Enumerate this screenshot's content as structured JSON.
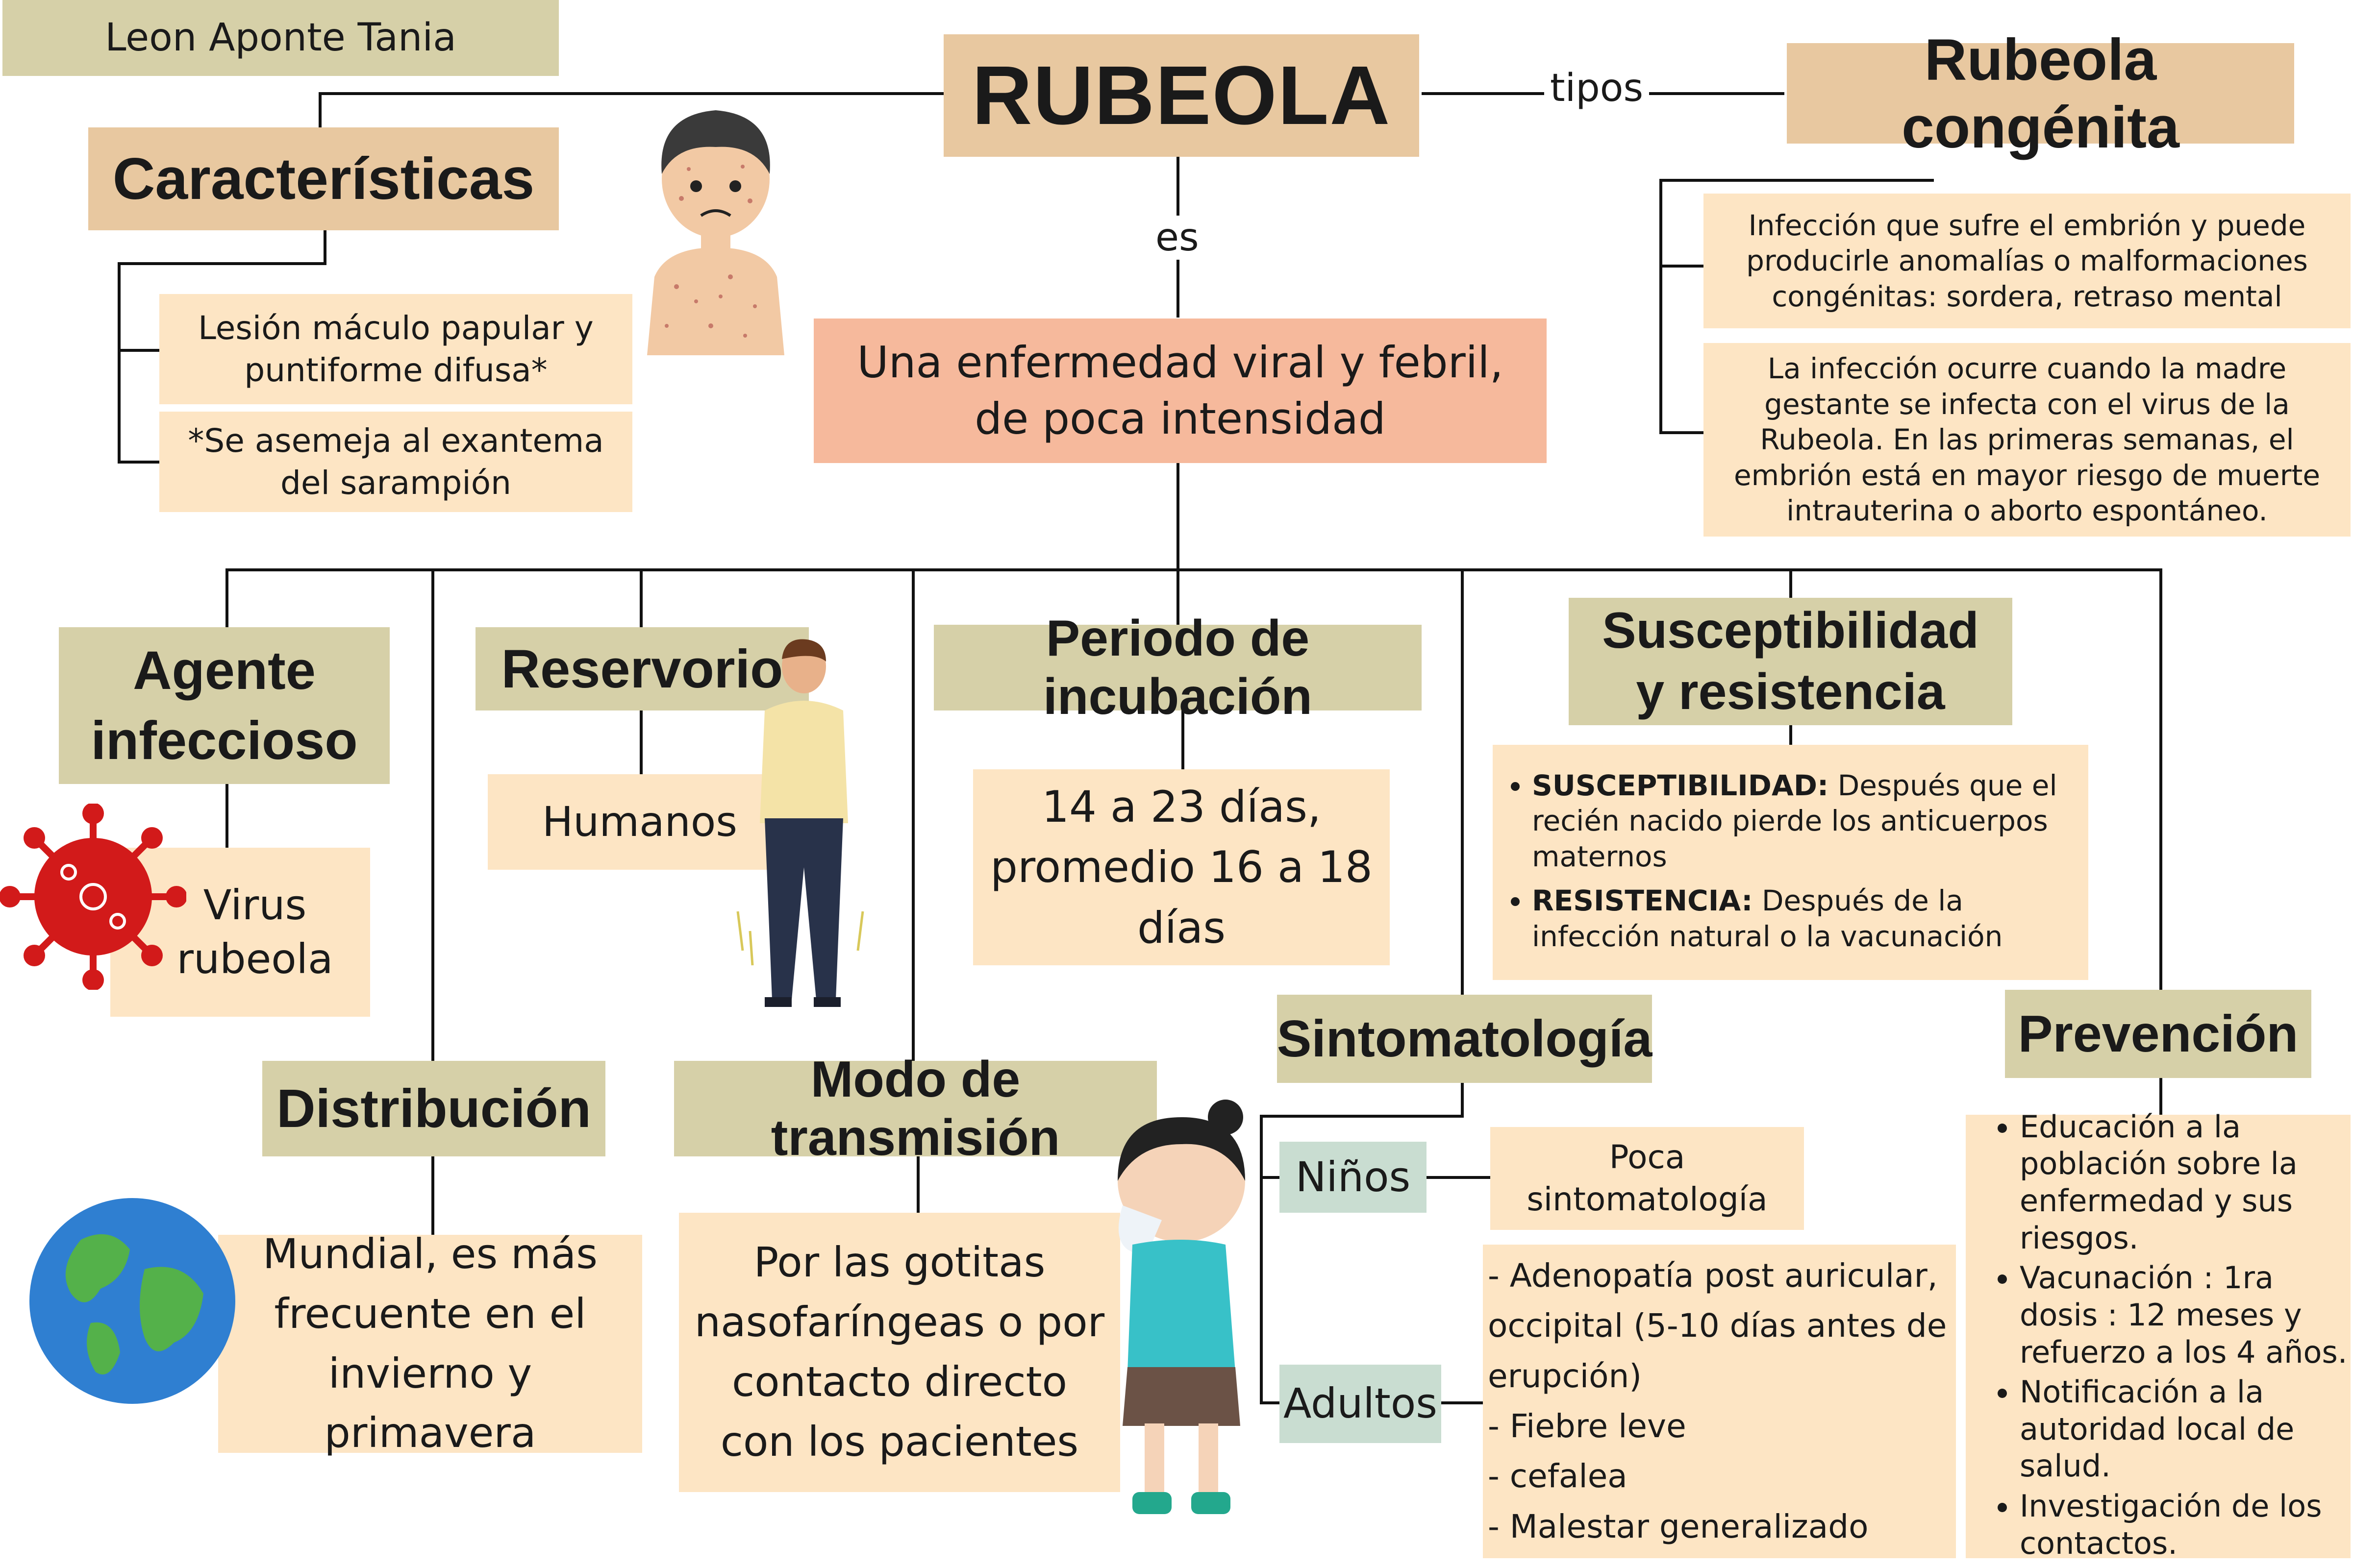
{
  "author": "Leon Aponte Tania",
  "title": "RUBEOLA",
  "link_tipos": "tipos",
  "link_es": "es",
  "definition": "Una enfermedad viral y febril, de poca intensidad",
  "congenita": {
    "title": "Rubeola congénita",
    "desc1": "Infección que sufre el embrión y puede producirle anomalías o malformaciones congénitas: sordera, retraso mental",
    "desc2": "La infección ocurre cuando la madre gestante se infecta con el virus de la Rubeola. En las primeras semanas, el embrión está en mayor riesgo de muerte intrauterina o aborto espontáneo."
  },
  "caracteristicas": {
    "title": "Características",
    "item1": "Lesión máculo papular y puntiforme difusa*",
    "item2": "*Se asemeja al exantema del sarampión"
  },
  "agente": {
    "title": "Agente infeccioso",
    "value": "Virus rubeola"
  },
  "reservorio": {
    "title": "Reservorio",
    "value": "Humanos"
  },
  "incubacion": {
    "title": "Periodo de incubación",
    "value": "14 a 23 días, promedio 16 a 18 días"
  },
  "susceptibilidad": {
    "title": "Susceptibilidad y resistencia",
    "s_label": "SUSCEPTIBILIDAD:",
    "s_text": " Después que el recién nacido pierde los anticuerpos maternos",
    "r_label": "RESISTENCIA:",
    "r_text": " Después de la infección natural o la vacunación"
  },
  "distribucion": {
    "title": "Distribución",
    "value": "Mundial, es más frecuente en el invierno y primavera"
  },
  "transmision": {
    "title": "Modo de transmisión",
    "value": "Por las gotitas nasofaríngeas o por contacto directo con los pacientes"
  },
  "sintomatologia": {
    "title": "Sintomatología",
    "ninos_label": "Niños",
    "ninos_value": "Poca sintomatología",
    "adultos_label": "Adultos",
    "adultos_items": [
      "- Adenopatía post auricular, occipital (5-10 días antes de erupción)",
      "- Fiebre leve",
      "- cefalea",
      "- Malestar generalizado"
    ]
  },
  "prevencion": {
    "title": "Prevención",
    "items": [
      "Educación a la población sobre la enfermedad y sus riesgos.",
      "Vacunación : 1ra dosis : 12 meses y refuerzo a los 4 años.",
      "Notificación a la autoridad local de salud.",
      "Investigación de los contactos."
    ]
  },
  "colors": {
    "olive": "#d6d0a8",
    "tan": "#e8c8a0",
    "cream": "#fde5c4",
    "salmon": "#f6b99c",
    "teal": "#c9ddd1"
  }
}
